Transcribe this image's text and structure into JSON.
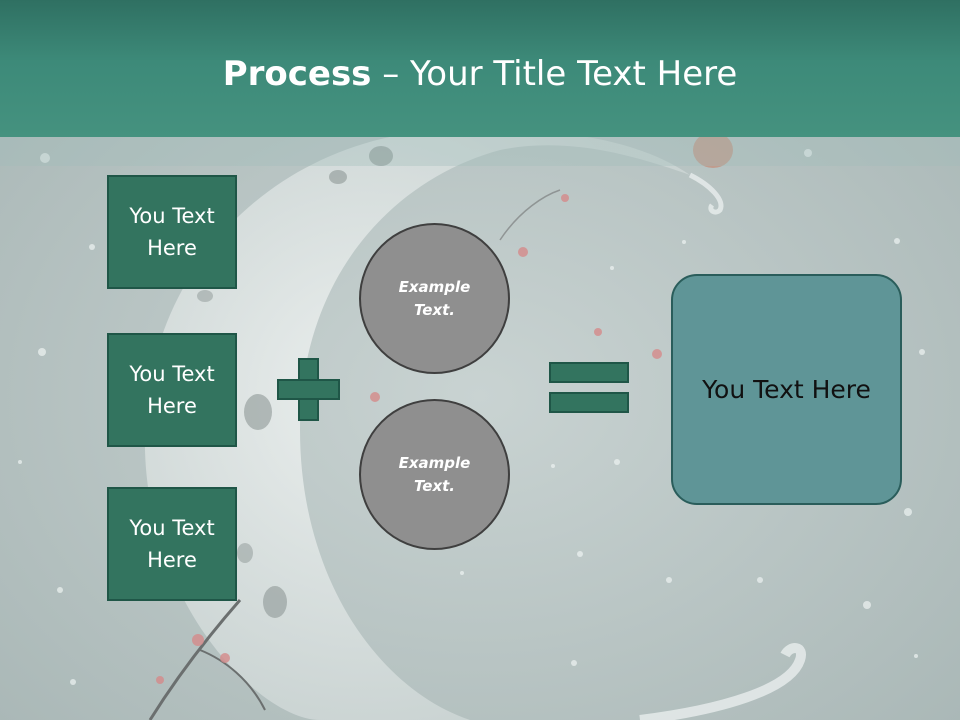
{
  "slide": {
    "title_bold": "Process",
    "title_rest": " – Your Title Text Here"
  },
  "inputs": [
    {
      "label": "You Text\nHere"
    },
    {
      "label": "You Text\nHere"
    },
    {
      "label": "You Text\nHere"
    }
  ],
  "operands": [
    {
      "label": "Example\nText."
    },
    {
      "label": "Example\nText."
    }
  ],
  "result": {
    "label": "You Text Here"
  },
  "colors": {
    "header": "#3d8a79",
    "box_fill": "#33745f",
    "circle_fill": "#8f8f8f",
    "result_fill": "#5f9597",
    "background": "#b9c4c3"
  },
  "icons": [
    "plus-icon",
    "equals-icon"
  ]
}
